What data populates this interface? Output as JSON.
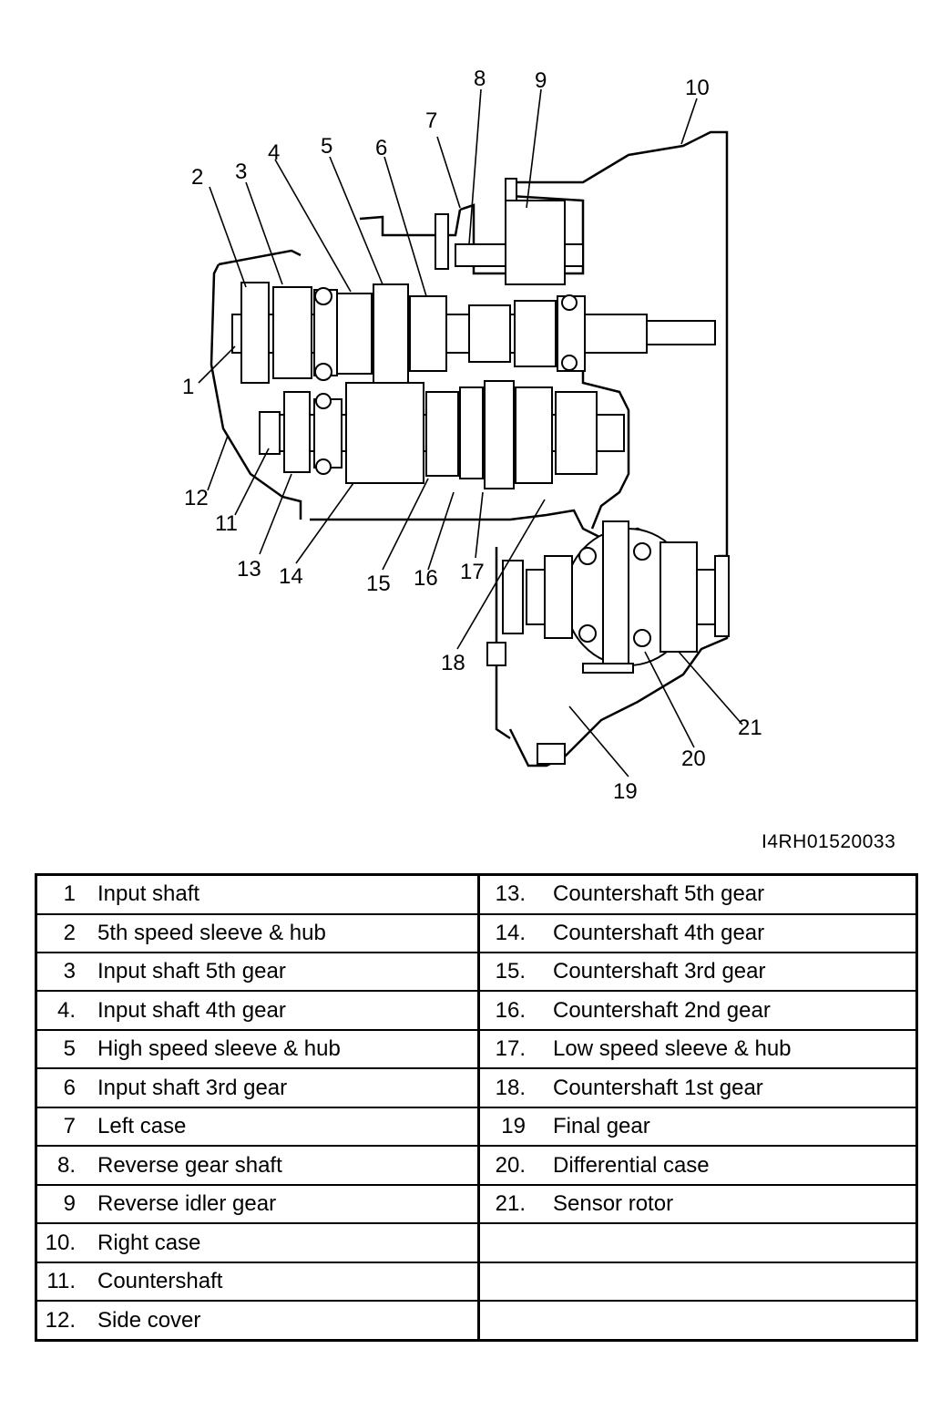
{
  "figure_id": "I4RH01520033",
  "callouts": [
    "1",
    "2",
    "3",
    "4",
    "5",
    "6",
    "7",
    "8",
    "9",
    "10",
    "11",
    "12",
    "13",
    "14",
    "15",
    "16",
    "17",
    "18",
    "19",
    "20",
    "21"
  ],
  "legend": {
    "left": [
      {
        "num": "1",
        "label": "Input shaft"
      },
      {
        "num": "2",
        "label": "5th speed sleeve & hub"
      },
      {
        "num": "3",
        "label": "Input shaft 5th gear"
      },
      {
        "num": "4.",
        "label": "Input shaft 4th gear"
      },
      {
        "num": "5",
        "label": "High speed sleeve & hub"
      },
      {
        "num": "6",
        "label": "Input shaft 3rd gear"
      },
      {
        "num": "7",
        "label": "Left case"
      },
      {
        "num": "8.",
        "label": "Reverse gear shaft"
      },
      {
        "num": "9",
        "label": "Reverse idler gear"
      },
      {
        "num": "10.",
        "label": "Right case"
      },
      {
        "num": "11.",
        "label": "Countershaft"
      },
      {
        "num": "12.",
        "label": "Side cover"
      }
    ],
    "right": [
      {
        "num": "13.",
        "label": "Countershaft 5th gear"
      },
      {
        "num": "14.",
        "label": "Countershaft 4th gear"
      },
      {
        "num": "15.",
        "label": "Countershaft 3rd gear"
      },
      {
        "num": "16.",
        "label": "Countershaft 2nd gear"
      },
      {
        "num": "17.",
        "label": "Low speed sleeve & hub"
      },
      {
        "num": "18.",
        "label": "Countershaft 1st gear"
      },
      {
        "num": "19",
        "label": "Final gear"
      },
      {
        "num": "20.",
        "label": "Differential case"
      },
      {
        "num": "21.",
        "label": "Sensor rotor"
      },
      {
        "num": "",
        "label": ""
      },
      {
        "num": "",
        "label": ""
      },
      {
        "num": "",
        "label": ""
      }
    ]
  }
}
